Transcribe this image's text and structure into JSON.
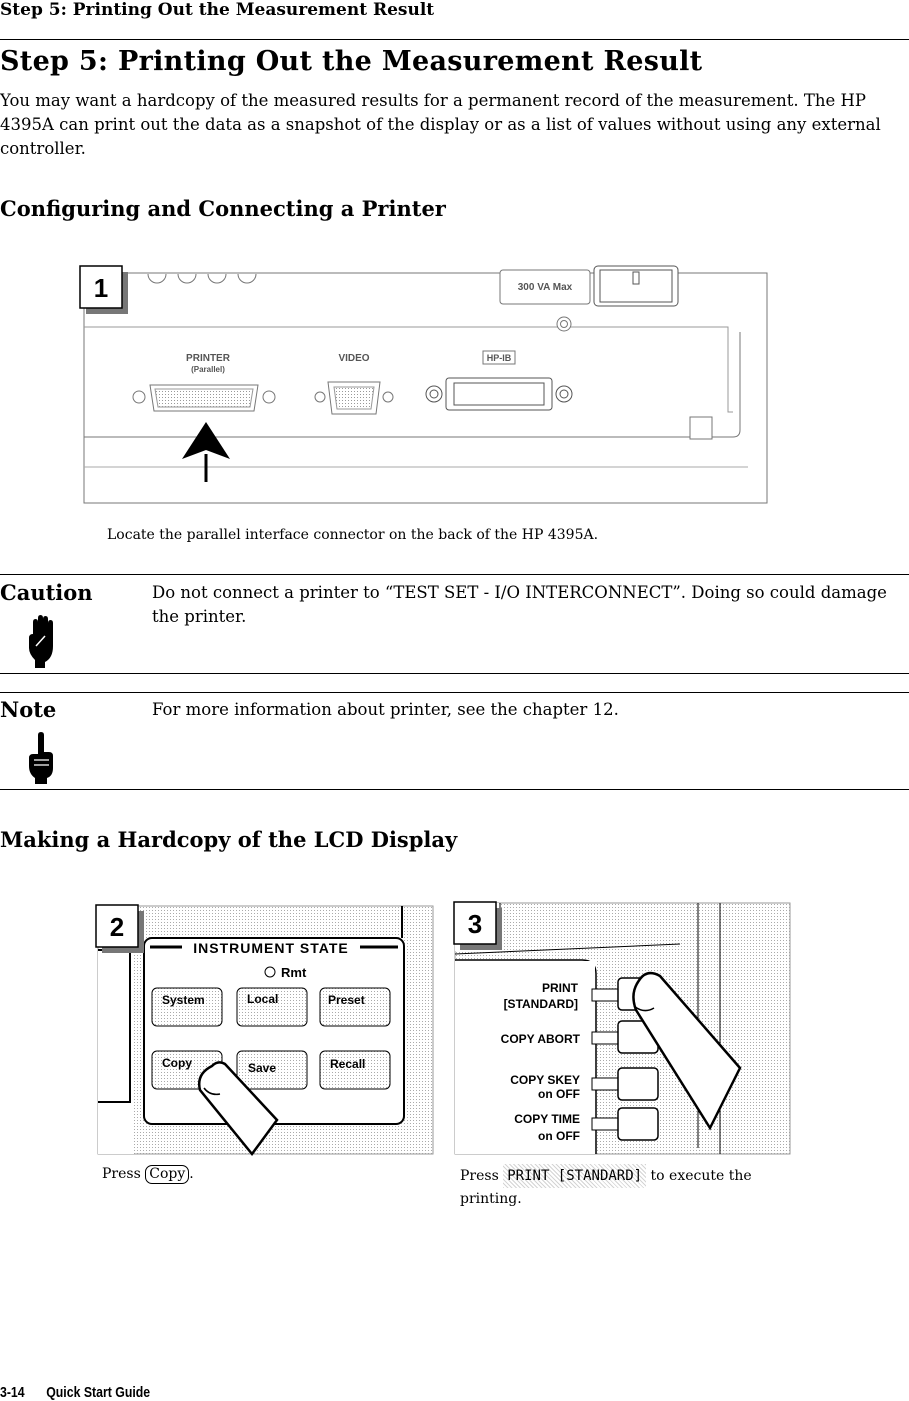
{
  "running_head": "Step 5: Printing Out the Measurement Result",
  "title": "Step 5: Printing Out the Measurement Result",
  "intro": "You may want a hardcopy of the measured results for a permanent record of the measurement. The HP 4395A can print out the data as a snapshot of the display or as a list of values without using any external controller.",
  "section1": {
    "heading": "Configuring and Connecting a Printer",
    "figure": {
      "step": "1",
      "power_label": "300 VA Max",
      "printer_label": "PRINTER",
      "printer_sub": "(Parallel)",
      "video_label": "VIDEO",
      "hpib_label": "HP-IB"
    },
    "caption": "Locate the parallel interface connector on the back of the HP 4395A."
  },
  "caution": {
    "label": "Caution",
    "text": "Do not connect a printer to “TEST SET - I/O INTERCONNECT”. Doing so could damage the printer."
  },
  "note": {
    "label": "Note",
    "text": "For more information about printer, see the chapter 12."
  },
  "section2": {
    "heading": "Making a Hardcopy of the LCD Display",
    "figure2": {
      "step": "2",
      "panel_title": "INSTRUMENT STATE",
      "rmt": "Rmt",
      "keys": [
        "System",
        "Local",
        "Preset",
        "Copy",
        "Save",
        "Recall"
      ]
    },
    "figure3": {
      "step": "3",
      "softkeys": [
        {
          "line1": "PRINT",
          "line2": "[STANDARD]"
        },
        {
          "line1": "COPY ABORT",
          "line2": ""
        },
        {
          "line1": "COPY SKEY",
          "line2": "on OFF"
        },
        {
          "line1": "COPY TIME",
          "line2": "on OFF"
        }
      ]
    },
    "caption2": {
      "press": "Press",
      "key": "Copy",
      "end": "."
    },
    "caption3": {
      "press": "Press",
      "softkey": "PRINT [STANDARD]",
      "rest": "to execute the",
      "line2": "printing."
    }
  },
  "footer": {
    "page": "3-14",
    "guide": "Quick Start Guide"
  }
}
